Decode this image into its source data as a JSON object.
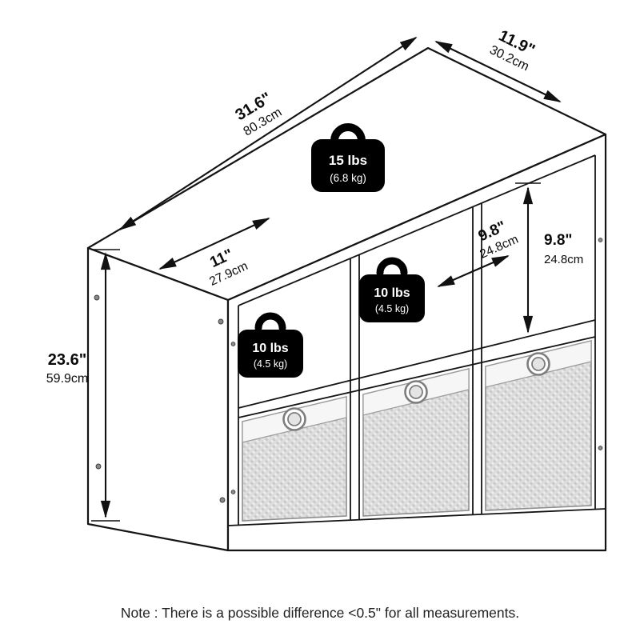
{
  "note": {
    "text": "Note : There is a possible difference <0.5\" for all measurements."
  },
  "dimensions": {
    "overall_width": {
      "inches": "31.6\"",
      "cm": "80.3cm"
    },
    "overall_depth": {
      "inches": "11.9\"",
      "cm": "30.2cm"
    },
    "overall_height": {
      "inches": "23.6\"",
      "cm": "59.9cm"
    },
    "cube_width": {
      "inches": "11\"",
      "cm": "27.9cm"
    },
    "cube_height": {
      "inches": "9.8\"",
      "cm": "24.8cm"
    },
    "cube_depth": {
      "inches": "9.8\"",
      "cm": "24.8cm"
    }
  },
  "weight_capacities": {
    "top_surface": {
      "pounds": "15 lbs",
      "kilograms": "(6.8 kg)"
    },
    "cube_left": {
      "pounds": "10 lbs",
      "kilograms": "(4.5 kg)"
    },
    "cube_middle": {
      "pounds": "10 lbs",
      "kilograms": "(4.5 kg)"
    }
  },
  "icons": {
    "weight_icon": "kettlebell-weight-icon",
    "grommet_icon": "bin-grommet-ring-icon"
  },
  "colors": {
    "line": "#141414",
    "badge": "#000000",
    "basket_fill": "#ececec",
    "basket_weave": "#c9c9c9"
  }
}
